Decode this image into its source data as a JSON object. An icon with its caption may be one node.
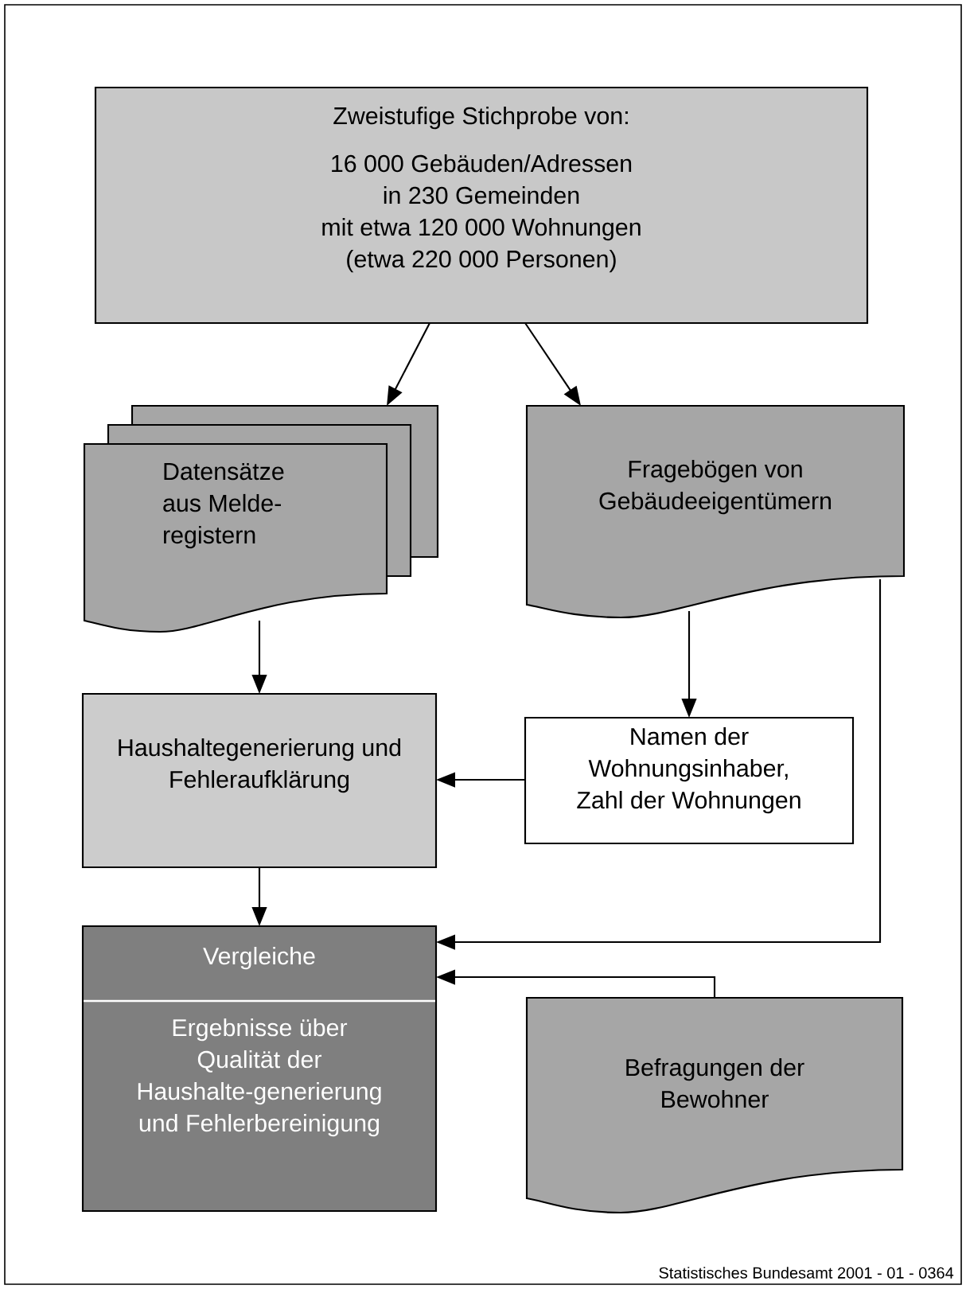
{
  "diagram": {
    "nodes": [
      {
        "text": [
          "Zweistufige Stichprobe von:",
          "16 000 Gebäuden/Adressen in 230 Gemeinden mit etwa 120 000 Wohnungen (etwa 220 000 Personen)"
        ]
      },
      {
        "text": [
          "Datensätze aus Melde-registern"
        ]
      },
      {
        "text": [
          "Fragebögen von Gebäudeeigentümern"
        ]
      },
      {
        "text": [
          "Haushaltegenerierung und Fehleraufklärung"
        ]
      },
      {
        "text": [
          "Namen der Wohnungsinhaber, Zahl der Wohnungen"
        ]
      },
      {
        "text": [
          "Vergleiche",
          "Ergebnisse über Qualität der Haushalte-generierung und Fehlerbereinigung"
        ]
      },
      {
        "text": [
          "Befragungen der Bewohner"
        ]
      }
    ],
    "edges": [
      {
        "from": 0,
        "to": 1,
        "arrow": "to"
      },
      {
        "from": 0,
        "to": 2,
        "arrow": "to"
      },
      {
        "from": 1,
        "to": 3,
        "arrow": "to"
      },
      {
        "from": 2,
        "to": 4,
        "arrow": "to"
      },
      {
        "from": 4,
        "to": 3,
        "arrow": "to"
      },
      {
        "from": 3,
        "to": 5,
        "arrow": "to"
      },
      {
        "from": 2,
        "to": 5,
        "arrow": "to"
      },
      {
        "from": 6,
        "to": 5,
        "arrow": "to"
      }
    ],
    "labels": [
      "Statistisches Bundesamt 2001 - 01 - 0364"
    ]
  }
}
